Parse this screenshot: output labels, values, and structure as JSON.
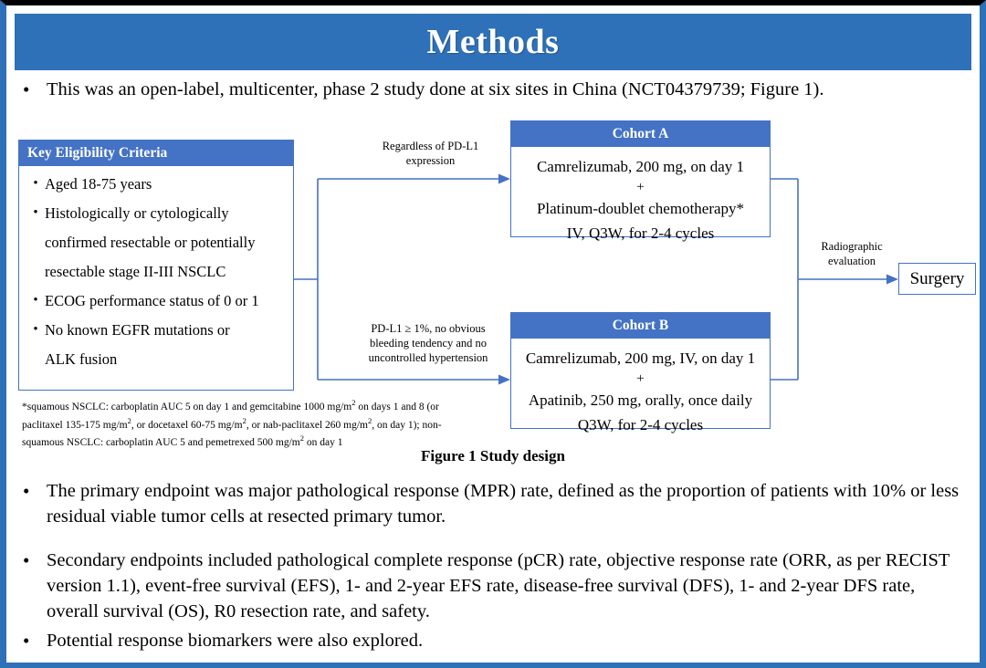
{
  "slide": {
    "title": "Methods",
    "accent_color": "#2E71B8",
    "box_header_color": "#4472C4",
    "connector_color": "#4472C4"
  },
  "intro_bullet": {
    "marker": "•",
    "text": "This was an open-label, multicenter, phase 2 study done at six sites in China (NCT04379739; Figure 1)."
  },
  "figure": {
    "caption": "Figure 1 Study design",
    "eligibility": {
      "header": "Key  Eligibility Criteria",
      "items": [
        "Aged 18-75 years",
        "Histologically or cytologically",
        "confirmed resectable or potentially",
        "resectable stage II-III  NSCLC",
        "ECOG performance status of 0 or 1",
        "No known EGFR mutations or",
        "ALK fusion"
      ],
      "bulleted_flags": [
        true,
        true,
        false,
        false,
        true,
        true,
        false
      ],
      "marker": "•"
    },
    "footnote_lines": [
      "*squamous NSCLC: carboplatin AUC 5 on day 1 and gemcitabine 1000 mg/m2 on days 1 and 8 (or",
      "paclitaxel 135-175 mg/m2, or docetaxel 60-75 mg/m2, or nab-paclitaxel 260 mg/m2, on day 1); non-",
      "squamous NSCLC: carboplatin AUC 5 and pemetrexed 500 mg/m2 on day 1"
    ],
    "edge_label_top": "Regardless of PD-L1\nexpression",
    "edge_label_bottom": "PD-L1 ≥ 1%, no obvious\nbleeding tendency and no\nuncontrolled hypertension",
    "edge_label_right": "Radiographic\nevaluation",
    "cohort_a": {
      "header": "Cohort A",
      "lines": [
        "Camrelizumab, 200 mg, on day 1",
        "+",
        "Platinum-doublet chemotherapy*",
        "IV, Q3W, for 2-4 cycles"
      ]
    },
    "cohort_b": {
      "header": "Cohort B",
      "lines": [
        "Camrelizumab, 200 mg, IV, on day 1",
        "+",
        "Apatinib, 250 mg, orally, once daily",
        "Q3W, for 2-4 cycles"
      ]
    },
    "surgery": {
      "label": "Surgery"
    }
  },
  "endpoint_bullets": [
    {
      "marker": "•",
      "lines": [
        "The primary endpoint was major pathological response (MPR) rate, defined as the proportion of patients",
        "with 10% or less residual viable tumor cells at resected primary tumor."
      ]
    },
    {
      "marker": "•",
      "lines": [
        "Secondary endpoints included pathological complete response (pCR) rate, objective response rate (ORR, as",
        "per RECIST version 1.1), event-free survival (EFS), 1- and 2-year EFS rate, disease-free survival (DFS), 1-",
        "and 2-year DFS rate, overall survival (OS), R0 resection rate, and safety."
      ]
    },
    {
      "marker": "•",
      "lines": [
        "Potential response biomarkers were also explored."
      ]
    }
  ]
}
